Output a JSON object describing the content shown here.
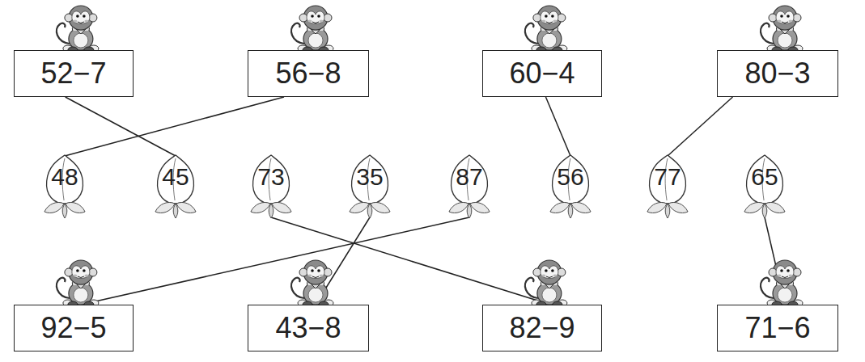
{
  "diagram": {
    "nodes": [
      {
        "text": [
          "52−7"
        ]
      },
      {
        "text": [
          "56−8"
        ]
      },
      {
        "text": [
          "60−4"
        ]
      },
      {
        "text": [
          "80−3"
        ]
      },
      {
        "text": [
          "48"
        ]
      },
      {
        "text": [
          "45"
        ]
      },
      {
        "text": [
          "73"
        ]
      },
      {
        "text": [
          "35"
        ]
      },
      {
        "text": [
          "87"
        ]
      },
      {
        "text": [
          "56"
        ]
      },
      {
        "text": [
          "77"
        ]
      },
      {
        "text": [
          "65"
        ]
      },
      {
        "text": [
          "92−5"
        ]
      },
      {
        "text": [
          "43−8"
        ]
      },
      {
        "text": [
          "82−9"
        ]
      },
      {
        "text": [
          "71−6"
        ]
      }
    ],
    "edges": [
      {
        "from": 0,
        "to": 5,
        "arrow": "none"
      },
      {
        "from": 1,
        "to": 4,
        "arrow": "none"
      },
      {
        "from": 2,
        "to": 9,
        "arrow": "none"
      },
      {
        "from": 3,
        "to": 10,
        "arrow": "none"
      },
      {
        "from": 12,
        "to": 8,
        "arrow": "none"
      },
      {
        "from": 13,
        "to": 7,
        "arrow": "none"
      },
      {
        "from": 14,
        "to": 6,
        "arrow": "none"
      },
      {
        "from": 15,
        "to": 11,
        "arrow": "none"
      }
    ]
  }
}
